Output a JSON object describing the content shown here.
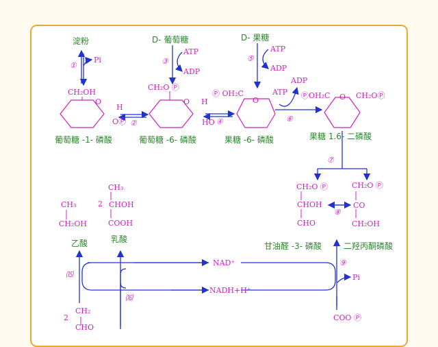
{
  "colors": {
    "compound_name": "#2a8a2a",
    "formula": "#d020c0",
    "arrow": "#2233cc",
    "frame": "#f0a830"
  },
  "compounds": {
    "starch": "淀粉",
    "d_glucose": "D- 葡萄糖",
    "d_fructose": "D- 果糖",
    "glucose_1_phosphate": "葡萄糖 -1- 磷酸",
    "glucose_6_phosphate": "葡萄糖 -6- 磷酸",
    "fructose_6_phosphate": "果糖 -6- 磷酸",
    "fructose_16_bisphosphate": "果糖 1.6- 二磷酸",
    "glyceraldehyde_3_phosphate": "甘油醛 -3- 磷酸",
    "dihydroxyacetone_phosphate": "二羟丙酮磷酸",
    "acetic_acid": "乙酸",
    "lactic_acid": "乳酸"
  },
  "cofactors": {
    "pi_1": "Pi",
    "atp_3": "ATP",
    "adp_3": "ADP",
    "atp_5": "ATP",
    "adp_5": "ADP",
    "atp_6": "ATP",
    "adp_6": "ADP",
    "nad": "NAD⁺",
    "nadh": "NADH+H⁺",
    "pi_9": "Pi"
  },
  "steps": {
    "s1": "①",
    "s2": "②",
    "s3": "③",
    "s4": "④",
    "s5": "⑤",
    "s6": "⑥",
    "s7": "⑦",
    "s8": "⑧",
    "s9": "⑨",
    "s15": "⒂",
    "s16": "⒃"
  },
  "formulas": {
    "g1p_ch2oh": "CH₂OH",
    "g1p_h": "H",
    "g1p_op": "OⓅ",
    "g6p_ch2op": "CH₂O Ⓟ",
    "g6p_h": "H",
    "g6p_ho": "HO",
    "f6p_poh2c": "Ⓟ OH₂C",
    "f16_poh2c": "ⓅOH₂C",
    "f16_ch2op": "CH₂OⓅ",
    "ring_o": "O",
    "gap_1": "CH₂O Ⓟ",
    "gap_2": "CHOH",
    "gap_3": "CHO",
    "dhap_1": "CH₂O Ⓟ",
    "dhap_2": "CO",
    "dhap_3": "CH₂OH",
    "acetic_1": "CH₃",
    "acetic_2": "CH₂OH",
    "lactic_1": "CH₃",
    "lactic_2": "CHOH",
    "lactic_3": "COOH",
    "lactic_num": "2",
    "ch2_num": "2",
    "ch2": "CH₂",
    "cho": "CHO",
    "coop": "COO Ⓟ"
  }
}
